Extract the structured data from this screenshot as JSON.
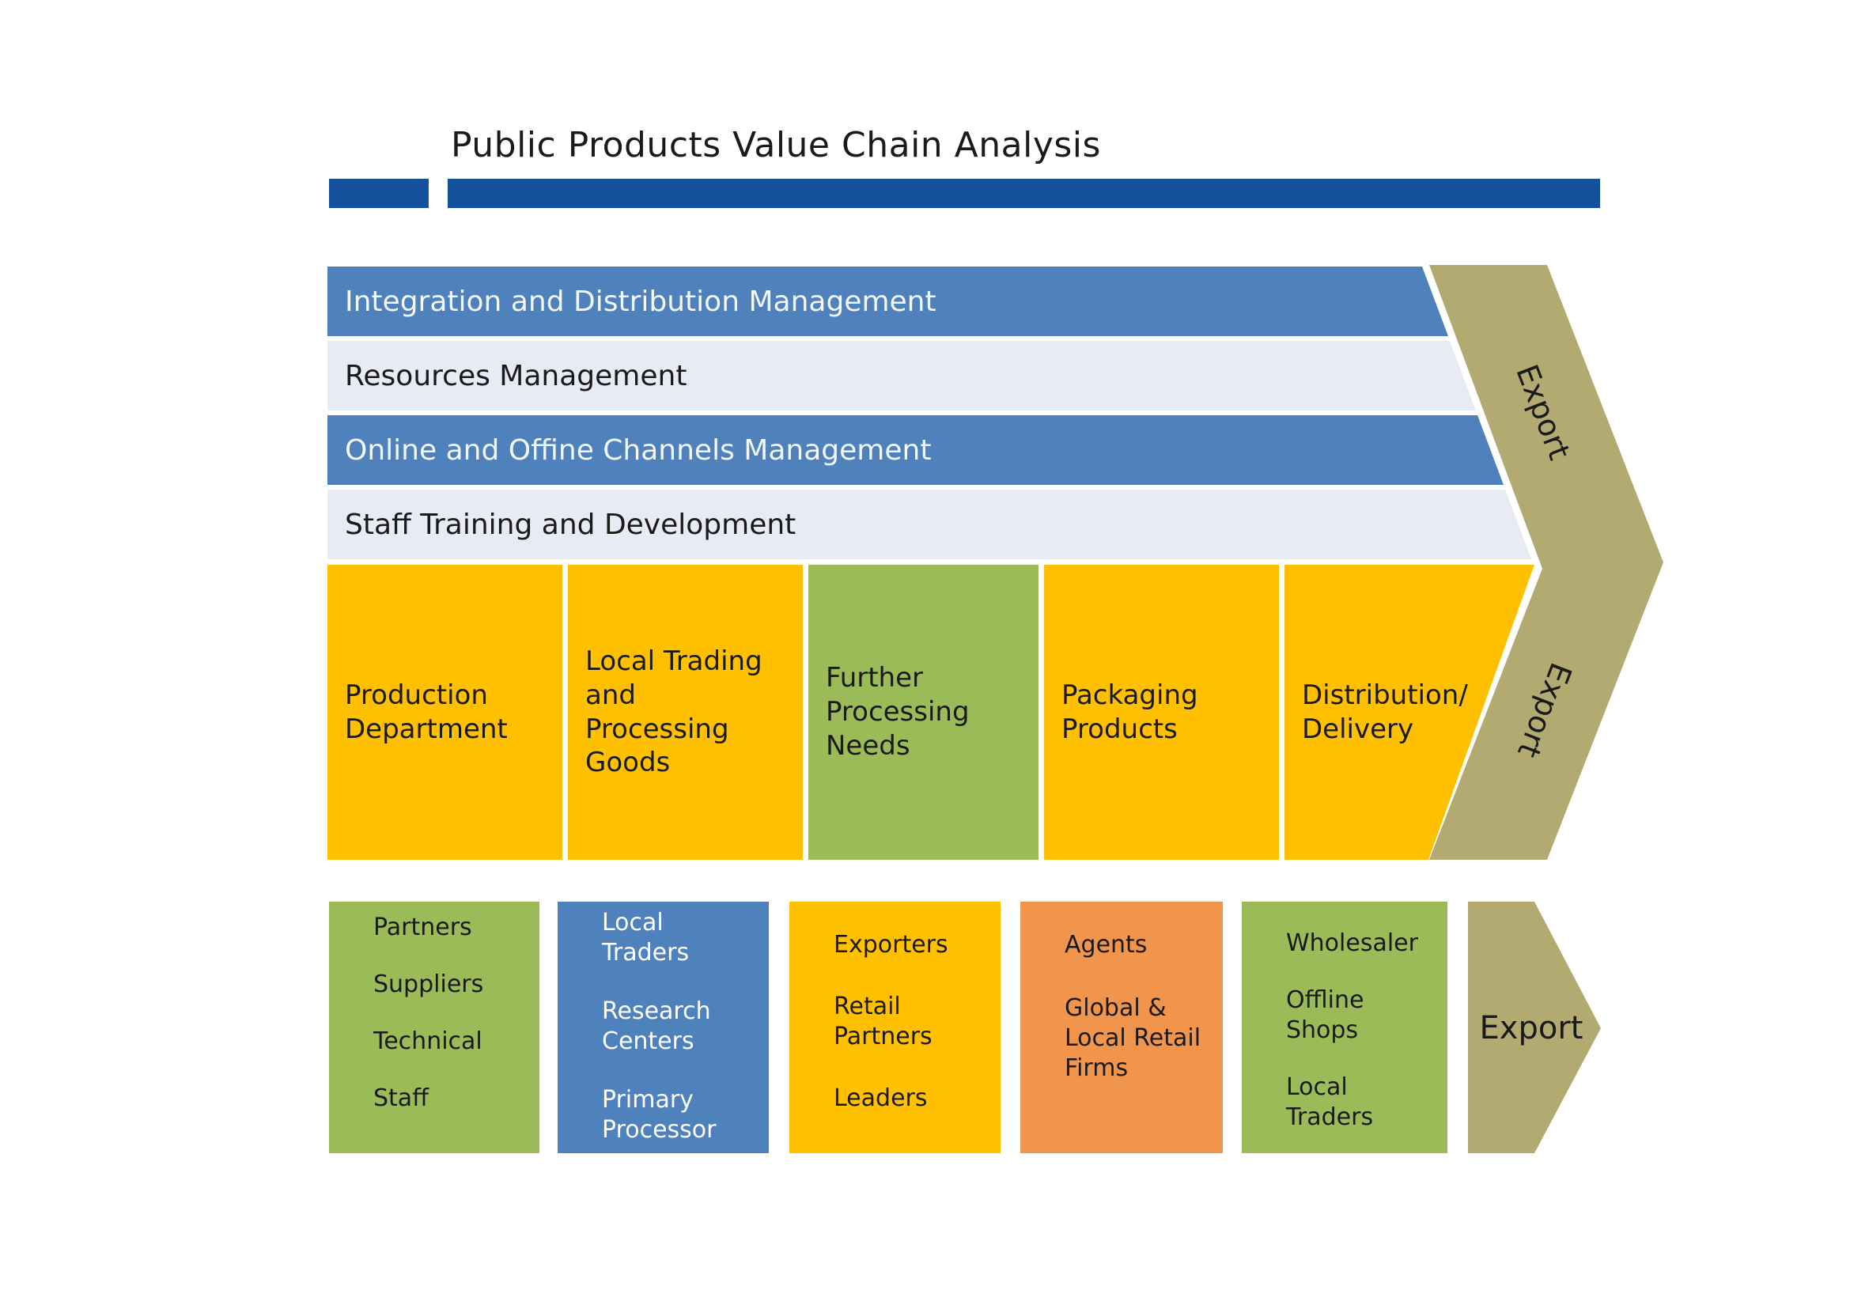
{
  "title": "Public Products Value Chain Analysis",
  "support_bands": [
    {
      "label": "Integration and Distribution Management"
    },
    {
      "label": "Resources Management"
    },
    {
      "label": "Online and Offine Channels Management"
    },
    {
      "label": "Staff Training and Development"
    }
  ],
  "chain_steps": [
    {
      "label": "Production\nDepartment"
    },
    {
      "label": "Local Trading\nand\nProcessing\nGoods"
    },
    {
      "label": "Further\nProcessing\nNeeds"
    },
    {
      "label": "Packaging\nProducts"
    },
    {
      "label": "Distribution/\nDelivery"
    }
  ],
  "export_labels": {
    "upper": "Export",
    "lower": "Export",
    "bottom": "Export"
  },
  "actor_boxes": [
    {
      "items": [
        "Partners",
        "Suppliers",
        "Technical",
        "Staff"
      ]
    },
    {
      "items": [
        "Local\nTraders",
        "Research\nCenters",
        "Primary\nProcessor"
      ]
    },
    {
      "items": [
        "Exporters",
        "Retail\nPartners",
        "Leaders"
      ]
    },
    {
      "items": [
        "Agents",
        "Global &\nLocal Retail\nFirms"
      ]
    },
    {
      "items": [
        "Wholesaler",
        "Offline\nShops",
        "Local\nTraders"
      ]
    }
  ],
  "colors": {
    "navy": "#15509c",
    "band_blue": "#4f81bd",
    "band_light": "#e8ebf4",
    "yellow": "#ffc000",
    "green": "#9bbb59",
    "orange": "#f0954b",
    "olive": "#b2aa70",
    "text_dark": "#1a1a1a",
    "text_light": "#ffffff"
  }
}
